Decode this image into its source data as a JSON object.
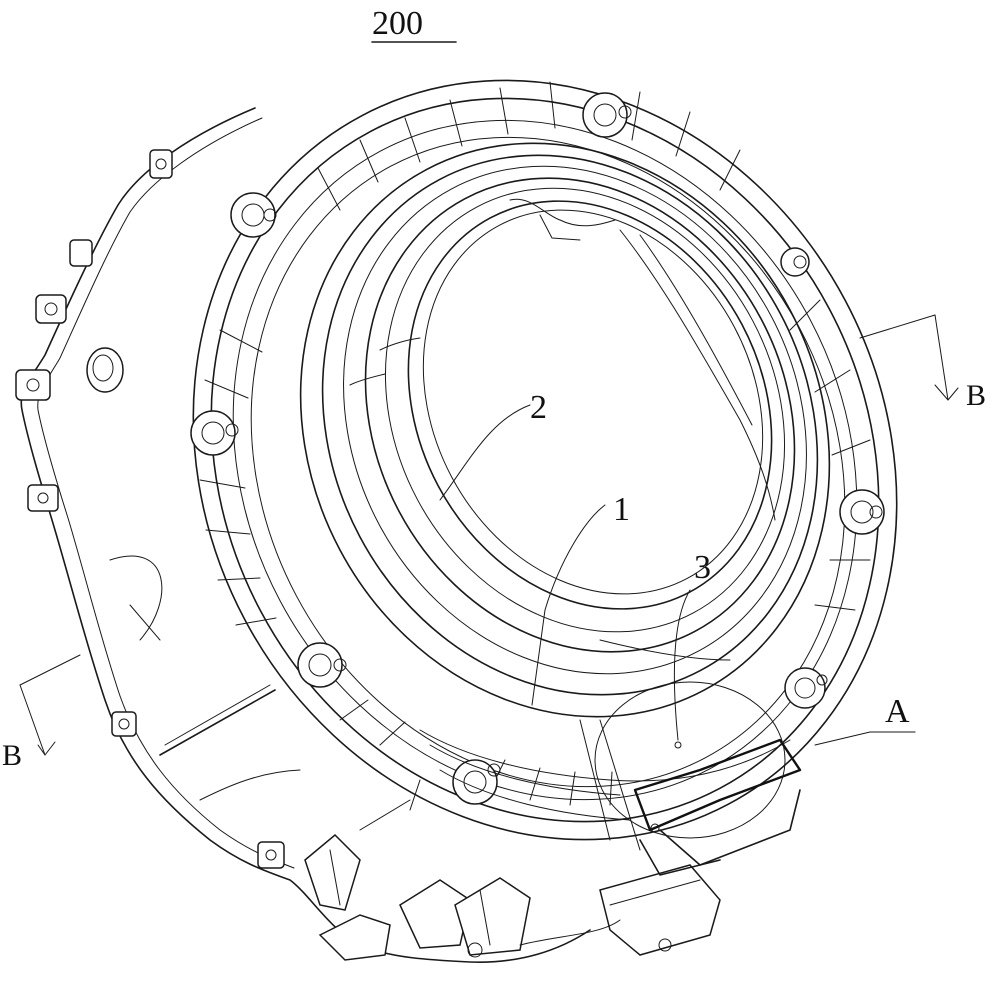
{
  "figure": {
    "title": "200",
    "labels": {
      "part_1": "1",
      "part_2": "2",
      "part_3": "3",
      "detail_a": "A",
      "section_b_right": "B",
      "section_b_left": "B"
    }
  }
}
